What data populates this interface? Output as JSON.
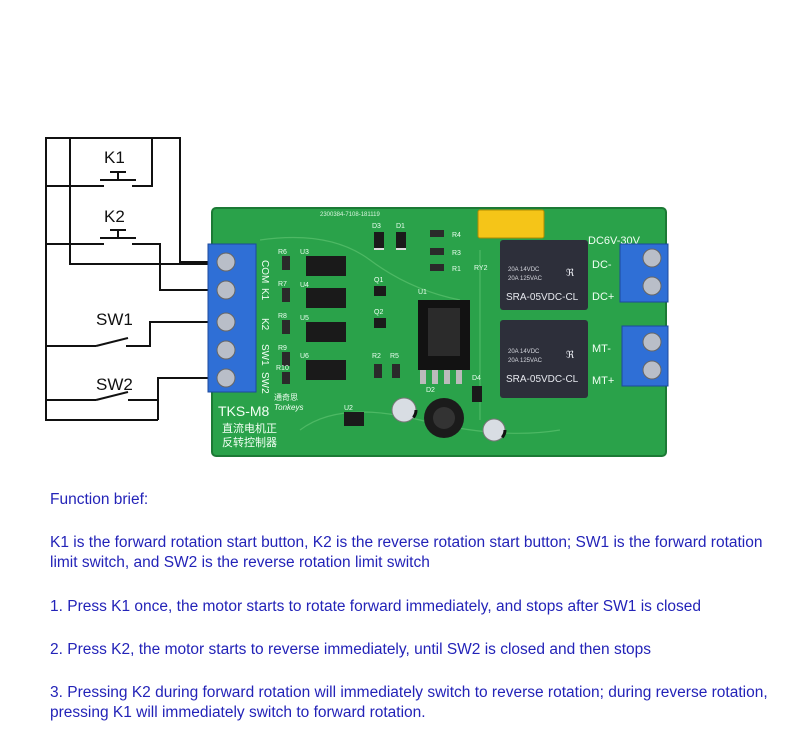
{
  "diagram": {
    "buttons": [
      "K1",
      "K2"
    ],
    "switches": [
      "SW1",
      "SW2"
    ],
    "board": {
      "model": "TKS-M8",
      "brand": "Tonkeys",
      "chinese_brand": "通奇思",
      "chinese_desc_line1": "直流电机正",
      "chinese_desc_line2": "反转控制器",
      "serial": "2300384-7108-181119",
      "terminal_labels": [
        "COM",
        "K1",
        "K2",
        "SW1",
        "SW2"
      ],
      "power_label": "DC6V-30V",
      "dc_minus": "DC-",
      "dc_plus": "DC+",
      "mt_minus": "MT-",
      "mt_plus": "MT+",
      "relay_model": "SRA-05VDC-CL",
      "relay_rating_1": "20A 14VDC",
      "relay_rating_2": "20A 125VAC",
      "ic_labels": [
        "U3",
        "U4",
        "U5",
        "U6"
      ],
      "resistor_labels": [
        "R6",
        "R7",
        "R8",
        "R9",
        "R10",
        "R4",
        "R3",
        "R1",
        "R2",
        "R5"
      ],
      "diode_labels": [
        "D3",
        "D1",
        "D2",
        "D4"
      ],
      "transistor_labels": [
        "Q1",
        "Q2"
      ],
      "other_labels": [
        "U1",
        "RY2",
        "U2"
      ]
    },
    "colors": {
      "pcb": "#2aa24a",
      "terminal": "#2f6fd6",
      "relay": "#2d2f3a",
      "cap_yellow": "#f5c518",
      "wire": "#111111"
    }
  },
  "function": {
    "title": "Function brief:",
    "p1": "K1 is the forward rotation start button, K2 is the reverse rotation start button; SW1 is the forward rotation limit switch, and SW2 is the reverse rotation limit switch",
    "p2": "1. Press K1 once, the motor starts to rotate forward immediately, and stops after SW1 is closed",
    "p3": "2. Press K2, the motor starts to reverse immediately, until SW2 is closed and then stops",
    "p4": "3. Pressing K2 during forward rotation will immediately switch to reverse rotation; during reverse rotation, pressing K1 will immediately switch to forward rotation."
  }
}
